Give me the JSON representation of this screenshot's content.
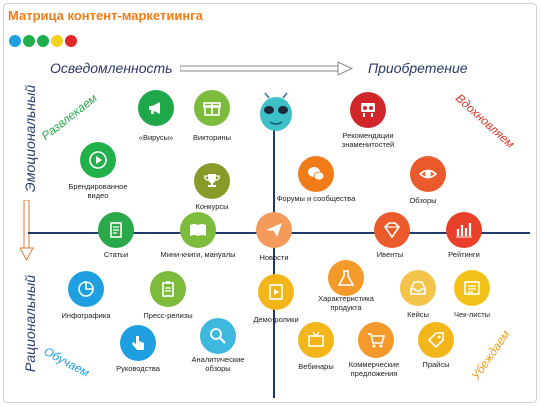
{
  "title": "Матрица контент-маркетиинга",
  "top_left": "Осведомленность",
  "top_right": "Приобретение",
  "left_top": "Эмоциональный",
  "left_bottom": "Рациональный",
  "quadrants": {
    "entertain": "Развлекаем",
    "inspire": "Вдохновляем",
    "teach": "Обучаем",
    "convince": "Убеждаем"
  },
  "dot_colors": [
    "#1ea0e0",
    "#22b04a",
    "#1cae4e",
    "#f2d21a",
    "#e02a2a"
  ],
  "items": {
    "viruses": "«Вирусы»",
    "quizzes": "Викторины",
    "celebrity": "Рекомендации знаменитостей",
    "branded_video": "Брендированное видео",
    "contests": "Конкурсы",
    "forums": "Форумы и сообщества",
    "reviews": "Обзоры",
    "articles": "Статьи",
    "minibooks": "Мини-книги, мануалы",
    "news": "Новости",
    "events": "Ивенты",
    "ratings": "Рейтинги",
    "infographics": "Инфографика",
    "press": "Пресс-релизы",
    "guides": "Руководства",
    "analytics": "Аналитические обзоры",
    "demo": "Демо-ролики",
    "product_specs": "Характеристика продукта",
    "cases": "Кейсы",
    "checklists": "Чек-листы",
    "webinars": "Вебинары",
    "commercial": "Коммерческие предложения",
    "prices": "Прайсы"
  }
}
